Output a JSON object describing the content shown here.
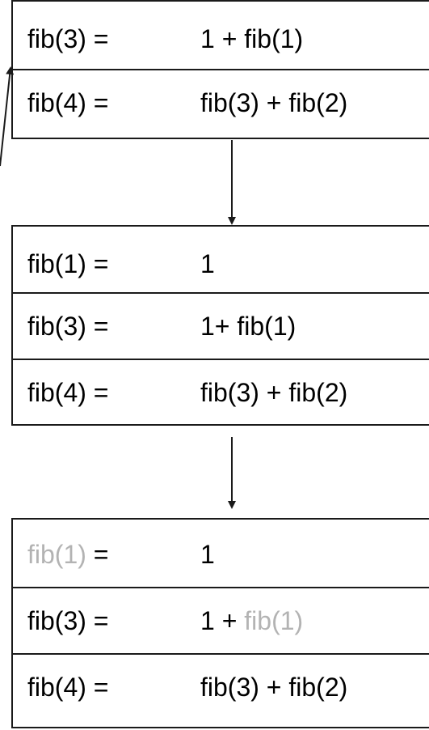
{
  "frames": [
    {
      "rows": [
        {
          "lhs": [
            {
              "text": "fib(3)",
              "muted": false
            },
            {
              "text": " =",
              "muted": false
            }
          ],
          "rhs": [
            {
              "text": "1 + fib(1)",
              "muted": false
            }
          ]
        },
        {
          "lhs": [
            {
              "text": "fib(4)",
              "muted": false
            },
            {
              "text": " =",
              "muted": false
            }
          ],
          "rhs": [
            {
              "text": "fib(3) + fib(2)",
              "muted": false
            }
          ]
        }
      ]
    },
    {
      "rows": [
        {
          "lhs": [
            {
              "text": "fib(1)",
              "muted": false
            },
            {
              "text": " =",
              "muted": false
            }
          ],
          "rhs": [
            {
              "text": "1",
              "muted": false
            }
          ]
        },
        {
          "lhs": [
            {
              "text": "fib(3)",
              "muted": false
            },
            {
              "text": " =",
              "muted": false
            }
          ],
          "rhs": [
            {
              "text": "1+ fib(1)",
              "muted": false
            }
          ]
        },
        {
          "lhs": [
            {
              "text": "fib(4)",
              "muted": false
            },
            {
              "text": " =",
              "muted": false
            }
          ],
          "rhs": [
            {
              "text": "fib(3) + fib(2)",
              "muted": false
            }
          ]
        }
      ]
    },
    {
      "rows": [
        {
          "lhs": [
            {
              "text": "fib(1)",
              "muted": true
            },
            {
              "text": " =",
              "muted": false
            }
          ],
          "rhs": [
            {
              "text": "1",
              "muted": false
            }
          ]
        },
        {
          "lhs": [
            {
              "text": "fib(3)",
              "muted": false
            },
            {
              "text": " =",
              "muted": false
            }
          ],
          "rhs": [
            {
              "text": "1 + ",
              "muted": false
            },
            {
              "text": "fib(1)",
              "muted": true
            }
          ]
        },
        {
          "lhs": [
            {
              "text": "fib(4)",
              "muted": false
            },
            {
              "text": " =",
              "muted": false
            }
          ],
          "rhs": [
            {
              "text": "fib(3) + fib(2)",
              "muted": false
            }
          ]
        }
      ]
    }
  ],
  "colors": {
    "line": "#1a1a1a",
    "muted": "#b3b3b3"
  }
}
